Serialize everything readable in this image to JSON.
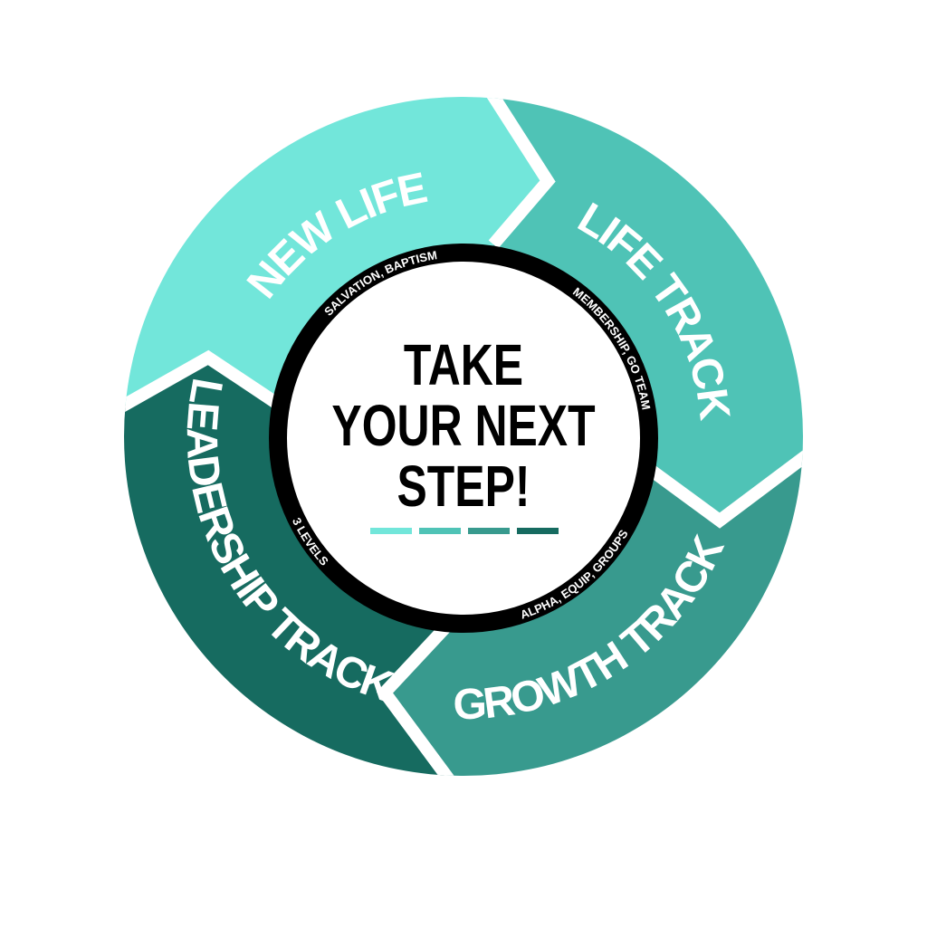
{
  "center": {
    "lines": [
      "TAKE",
      "YOUR NEXT",
      "STEP!"
    ]
  },
  "segments": [
    {
      "label": "NEW LIFE",
      "sublabel": "SALVATION, BAPTISM",
      "color": "#72e6da"
    },
    {
      "label": "LIFE TRACK",
      "sublabel": "MEMBERSHIP, GO TEAM",
      "color": "#4fc3b6"
    },
    {
      "label": "GROWTH TRACK",
      "sublabel": "ALPHA, EQUIP, GROUPS",
      "color": "#389a8e"
    },
    {
      "label": "LEADERSHIP TRACK",
      "sublabel": "3 LEVELS",
      "color": "#166b60"
    }
  ],
  "ring_color": "#000000"
}
